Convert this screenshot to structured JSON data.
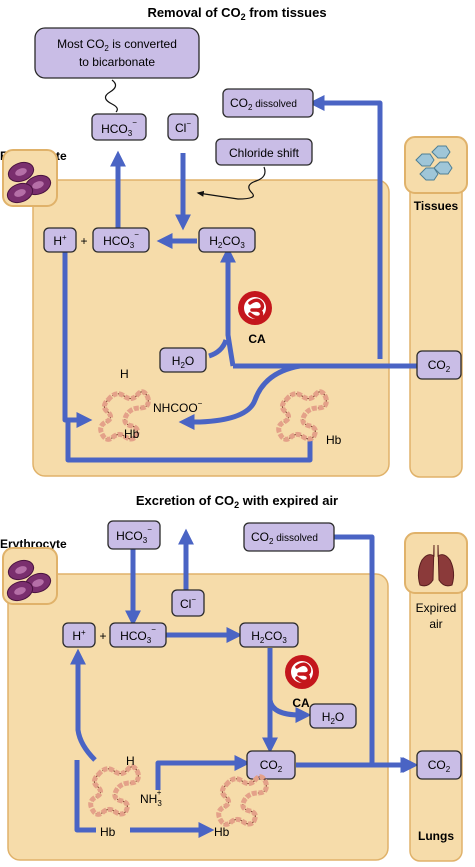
{
  "top": {
    "title": "Removal of CO",
    "title_sub": "2",
    "title_tail": " from tissues",
    "erythrocyte_label": "Erythrocyte",
    "tissues_label": "Tissues",
    "note_line1_a": "Most CO",
    "note_line1_sub": "2",
    "note_line1_b": " is converted",
    "note_line2": "to bicarbonate",
    "hco3_out": "HCO",
    "cl_in": "Cl",
    "co2_dissolved": "CO",
    "co2_dissolved_tail": " dissolved",
    "chloride_shift": "Chloride shift",
    "h_plus": "H",
    "plus": "+",
    "hco3_in": "HCO",
    "h2co3": "H",
    "h2co3_tail": "CO",
    "ca_label": "CA",
    "h2o": "H",
    "h2o_tail": "O",
    "co2": "CO",
    "h_label": "H",
    "nhcoo": "NHCOO",
    "hb_label": "Hb",
    "hb_label2": "Hb"
  },
  "bottom": {
    "title": "Excretion of CO",
    "title_sub": "2",
    "title_tail": " with expired air",
    "erythrocyte_label": "Erythrocyte",
    "expired_air_line1": "Expired",
    "expired_air_line2": "air",
    "lungs_label": "Lungs",
    "hco3_in": "HCO",
    "cl_out": "Cl",
    "co2_dissolved": "CO",
    "co2_dissolved_tail": " dissolved",
    "h_plus": "H",
    "plus": "+",
    "hco3": "HCO",
    "h2co3": "H",
    "h2co3_tail": "CO",
    "ca_label": "CA",
    "h2o": "H",
    "h2o_tail": "O",
    "co2": "CO",
    "co2_lungs": "CO",
    "h_label": "H",
    "nh3": "NH",
    "hb_left": "Hb",
    "hb_right": "Hb"
  },
  "colors": {
    "arrow": "#4a64c4",
    "box_fill": "#c9bde6",
    "panel_fill": "#f6dcaa",
    "ca_red": "#c4161c",
    "hb_chain": "#e4a189"
  },
  "icons": [
    "erythrocyte-icon",
    "tissue-cells-icon",
    "lungs-icon",
    "carbonic-anhydrase-icon",
    "hemoglobin-icon"
  ]
}
